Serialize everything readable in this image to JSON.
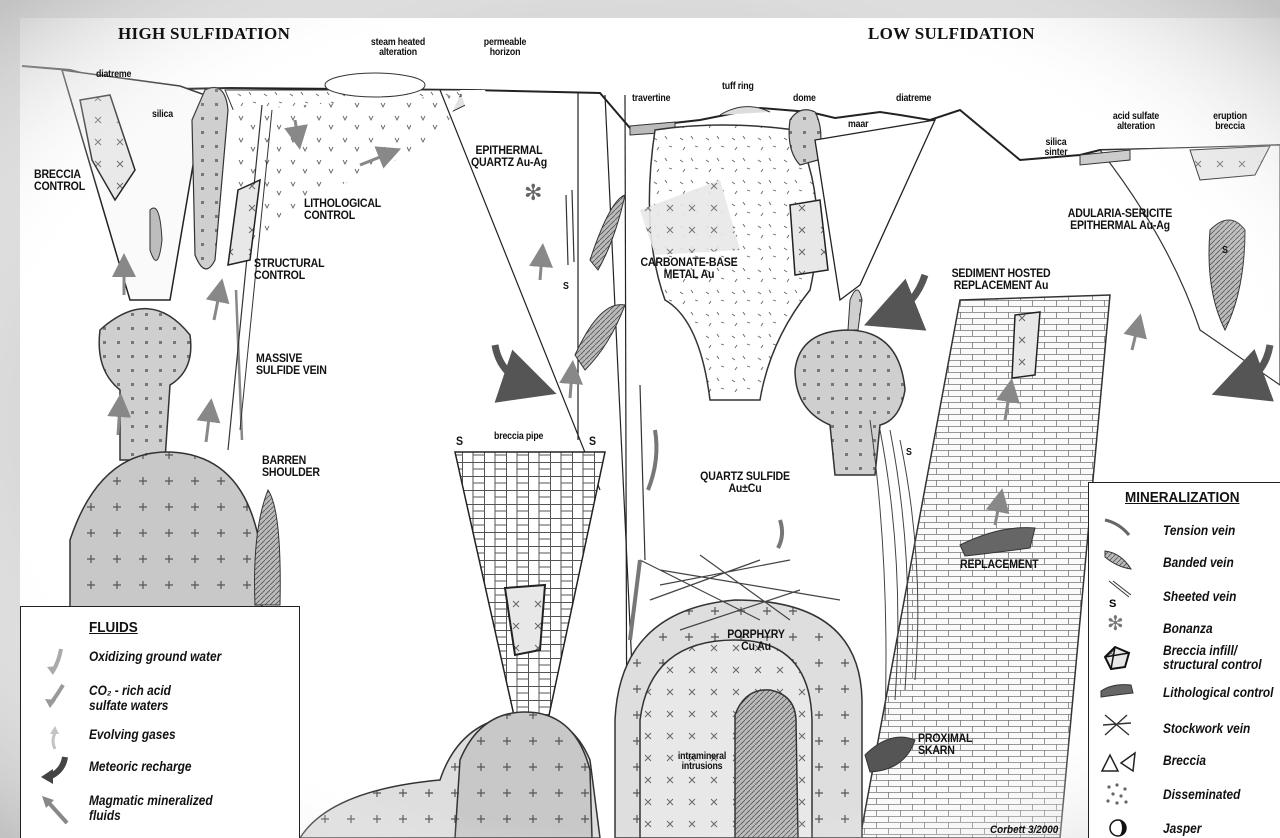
{
  "titles": {
    "high": "HIGH SULFIDATION",
    "low": "LOW SULFIDATION"
  },
  "labels": {
    "steam_heated": "steam heated\nalteration",
    "permeable": "permeable\nhorizon",
    "diatreme_left": "diatreme",
    "silica_left": "silica",
    "breccia_control": "BRECCIA\nCONTROL",
    "lithological_control": "LITHOLOGICAL\nCONTROL",
    "structural_control": "STRUCTURAL\nCONTROL",
    "massive_sulfide": "MASSIVE\nSULFIDE VEIN",
    "barren_shoulder": "BARREN\nSHOULDER",
    "epithermal_quartz": "EPITHERMAL\nQUARTZ Au-Ag",
    "breccia_pipe": "breccia pipe",
    "travertine": "travertine",
    "tuff_ring": "tuff ring",
    "dome": "dome",
    "maar": "maar",
    "diatreme_right": "diatreme",
    "silica_sinter": "silica\nsinter",
    "acid_sulfate": "acid sulfate\nalteration",
    "eruption_breccia": "eruption\nbreccia",
    "carbonate_base": "CARBONATE-BASE\nMETAL Au",
    "adularia": "ADULARIA-SERICITE\nEPITHERMAL Au-Ag",
    "sediment_hosted": "SEDIMENT HOSTED\nREPLACEMENT Au",
    "quartz_sulfide": "QUARTZ SULFIDE\nAu±Cu",
    "replacement": "REPLACEMENT",
    "porphyry": "PORPHYRY\nCu Au",
    "intramineral": "intramineral\nintrusions",
    "proximal_skarn": "PROXIMAL\nSKARN",
    "s": "S",
    "credit": "Corbett 3/2000"
  },
  "fluids_legend": {
    "title": "FLUIDS",
    "items": [
      {
        "label": "Oxidizing ground water",
        "icon": "oxidizing-water-arrow-icon"
      },
      {
        "label": "CO₂ - rich acid\nsulfate waters",
        "icon": "acid-sulfate-arrow-icon"
      },
      {
        "label": "Evolving gases",
        "icon": "gas-arrow-icon"
      },
      {
        "label": "Meteoric recharge",
        "icon": "meteoric-recharge-arrow-icon"
      },
      {
        "label": "Magmatic mineralized\nfluids",
        "icon": "magmatic-fluid-arrow-icon"
      }
    ]
  },
  "mineralization_legend": {
    "title": "MINERALIZATION",
    "items": [
      {
        "label": "Tension vein",
        "icon": "tension-vein-icon"
      },
      {
        "label": "Banded vein",
        "icon": "banded-vein-icon"
      },
      {
        "label": "Sheeted vein",
        "icon": "sheeted-vein-icon"
      },
      {
        "label": "Bonanza",
        "icon": "bonanza-icon"
      },
      {
        "label": "Breccia infill/\nstructural control",
        "icon": "breccia-infill-icon"
      },
      {
        "label": "Lithological control",
        "icon": "lithological-control-icon"
      },
      {
        "label": "Stockwork vein",
        "icon": "stockwork-vein-icon"
      },
      {
        "label": "Breccia",
        "icon": "breccia-icon"
      },
      {
        "label": "Disseminated",
        "icon": "disseminated-icon"
      },
      {
        "label": "Jasper",
        "icon": "jasper-icon"
      }
    ]
  }
}
